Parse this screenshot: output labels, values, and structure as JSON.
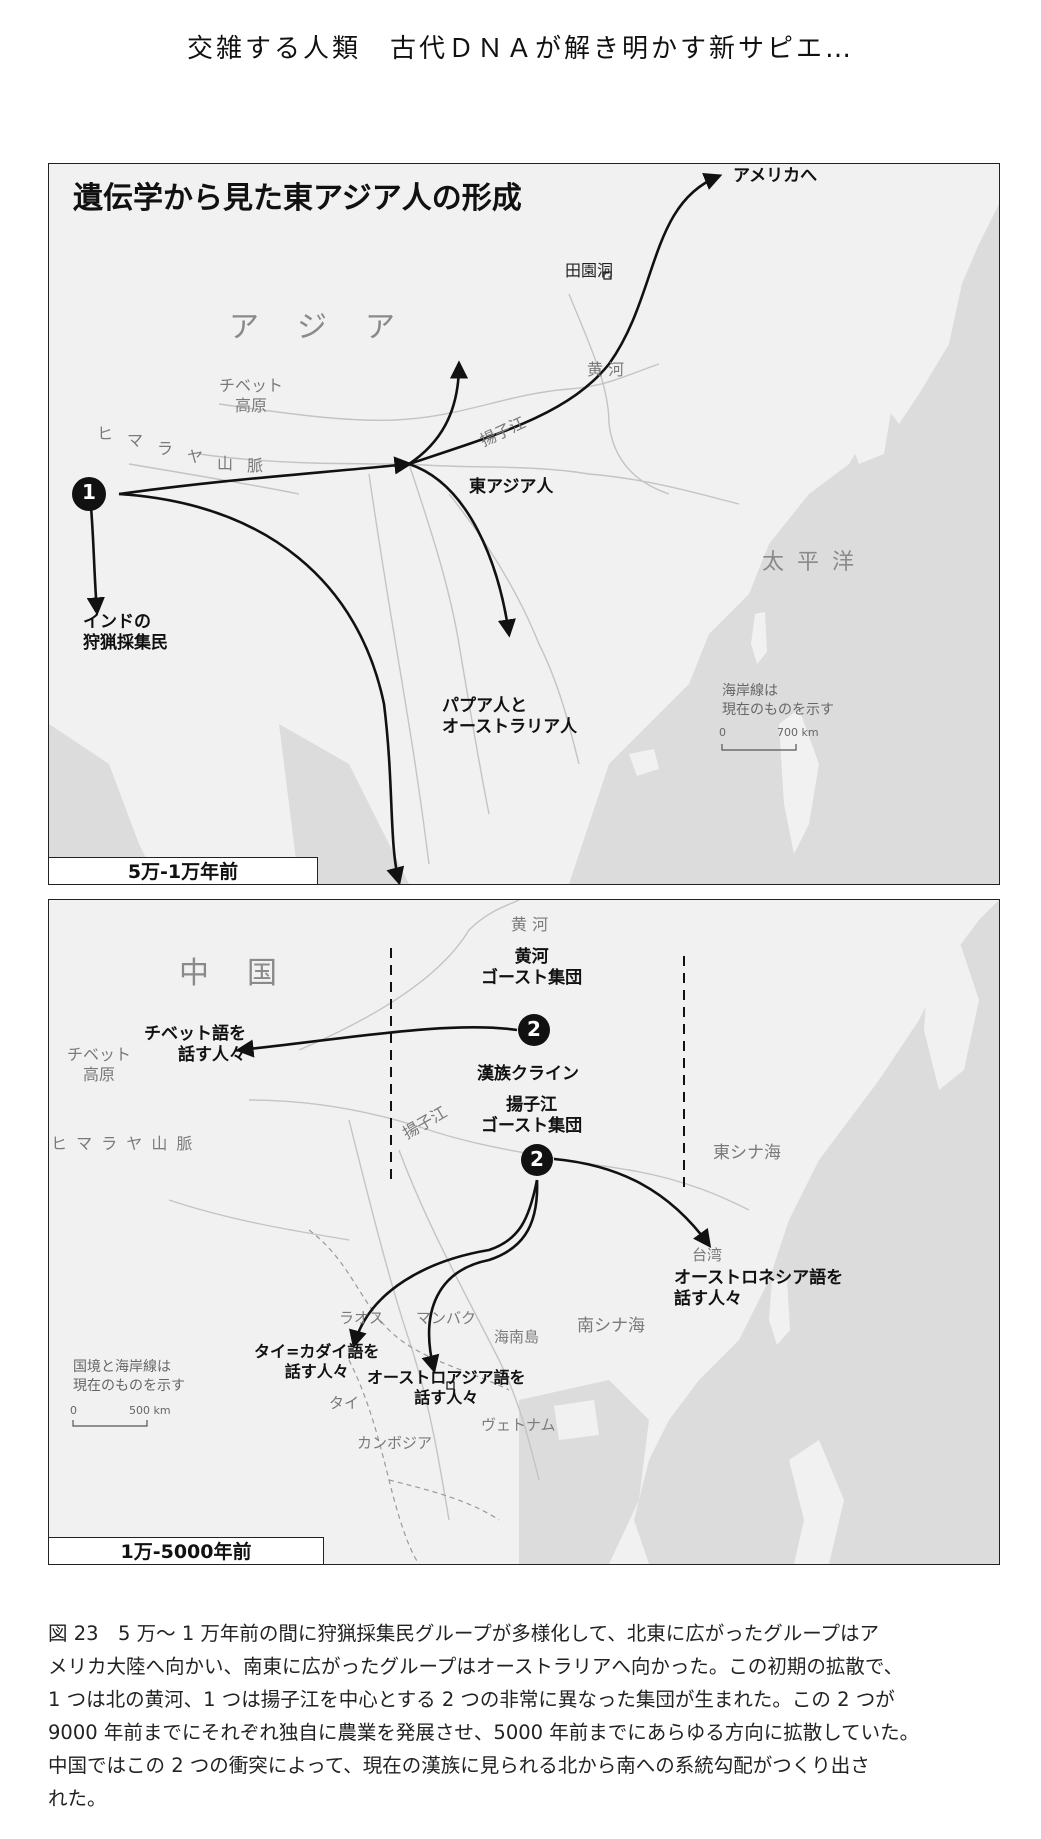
{
  "header": {
    "title": "交雑する人類　古代ＤＮＡが解き明かす新サピエ…"
  },
  "panel1": {
    "title": "遺伝学から見た東アジア人の形成",
    "period": "5万-1万年前",
    "marker": "1",
    "labels": {
      "asia": "ア　ジ　ア",
      "tibet": "チベット\n高原",
      "himalaya": [
        "ヒ",
        "マ",
        "ラ",
        "ヤ",
        "山",
        "脈"
      ],
      "tianyuan": "田園洞",
      "yellow_river": "黄 河",
      "yangtze": "揚子江",
      "east_asians": "東アジア人",
      "pacific": "太 平 洋",
      "india": "インドの\n狩猟採集民",
      "papua": "パプア人と\nオーストラリア人",
      "america": "アメリカへ"
    },
    "scale": {
      "note": "海岸線は\n現在のものを示す",
      "zero": "0",
      "max": "700 km"
    }
  },
  "panel2": {
    "period": "1万-5000年前",
    "marker": "2",
    "labels": {
      "china": "中　国",
      "yellow_river": "黄 河",
      "yellow_ghost": "黄河\nゴースト集団",
      "han_cline": "漢族クライン",
      "yangtze_ghost": "揚子江\nゴースト集団",
      "yangtze": "揚子江",
      "tibet": "チベット\n高原",
      "himalaya": "ヒ マ ラ ヤ 山 脈",
      "tibetan_speakers": "チベット語を\n話す人々",
      "east_china_sea": "東シナ海",
      "taiwan": "台湾",
      "austronesian": "オーストロネシア語を\n話す人々",
      "south_china_sea": "南シナ海",
      "hainan": "海南島",
      "laos": "ラオス",
      "manbak": "マンバク",
      "thailand": "タイ",
      "cambodia": "カンボジア",
      "vietnam": "ヴェトナム",
      "tai_kadai": "タイ=カダイ語を\n話す人々",
      "austroasiatic": "オーストロアジア語を\n話す人々"
    },
    "scale": {
      "note": "国境と海岸線は\n現在のものを示す",
      "zero": "0",
      "max": "500 km"
    }
  },
  "caption": {
    "lines": [
      "図 23　5 万〜 1 万年前の間に狩猟採集民グループが多様化して、北東に広がったグループはア",
      "メリカ大陸へ向かい、南東に広がったグループはオーストラリアへ向かった。この初期の拡散で、",
      "1 つは北の黄河、1 つは揚子江を中心とする 2 つの非常に異なった集団が生まれた。この 2 つが",
      "9000 年前までにそれぞれ独自に農業を発展させ、5000 年前までにあらゆる方向に拡散していた。",
      "中国ではこの 2 つの衝突によって、現在の漢族に見られる北から南への系統勾配がつくり出さ",
      "れた。"
    ]
  },
  "colors": {
    "land": "#f1f1f1",
    "sea": "#dcdcdc",
    "river": "#c4c4c4",
    "arrow": "#111111",
    "marker": "#111111"
  },
  "icons": {
    "site_marker": "square-site-icon",
    "origin_marker": "numbered-circle-icon",
    "route_arrow": "migration-arrow-icon"
  }
}
